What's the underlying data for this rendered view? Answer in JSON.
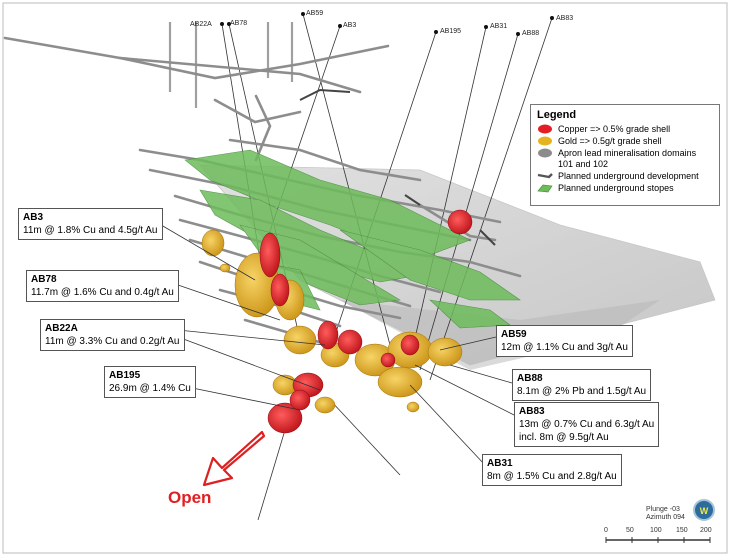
{
  "holes": [
    "AB22A",
    "AB78",
    "AB59",
    "AB3",
    "AB195",
    "AB31",
    "AB88",
    "AB83"
  ],
  "legend": {
    "title": "Legend",
    "items": [
      {
        "label": "Copper => 0.5% grade shell",
        "color": "#e41d25"
      },
      {
        "label": "Gold => 0.5g/t grade shell",
        "color": "#e6b320"
      },
      {
        "label": "Apron lead mineralisation domains 101 and 102",
        "color": "#8c8c8c"
      },
      {
        "label": "Planned underground development",
        "color": "#555555"
      },
      {
        "label": "Planned underground stopes",
        "color": "#6dbb5a"
      }
    ]
  },
  "callouts": [
    {
      "name": "AB3",
      "text": "11m @ 1.8% Cu and 4.5g/t Au"
    },
    {
      "name": "AB78",
      "text": "11.7m @ 1.6% Cu and 0.4g/t Au"
    },
    {
      "name": "AB22A",
      "text": "11m @ 3.3% Cu and 0.2g/t Au"
    },
    {
      "name": "AB195",
      "text": "26.9m @ 1.4% Cu"
    },
    {
      "name": "AB59",
      "text": "12m @ 1.1% Cu and 3g/t Au"
    },
    {
      "name": "AB88",
      "text": "8.1m @ 2% Pb and 1.5g/t Au"
    },
    {
      "name": "AB83",
      "text": "13m @ 0.7% Cu and 6.3g/t Au",
      "text2": "incl. 8m @ 9.5g/t Au"
    },
    {
      "name": "AB31",
      "text": "8m @ 1.5% Cu and 2.8g/t Au"
    }
  ],
  "open_label": "Open",
  "orientation": {
    "plunge": "Plunge -03",
    "azimuth": "Azimuth 094"
  },
  "scale": {
    "ticks": [
      "0",
      "50",
      "100",
      "150",
      "200"
    ]
  }
}
